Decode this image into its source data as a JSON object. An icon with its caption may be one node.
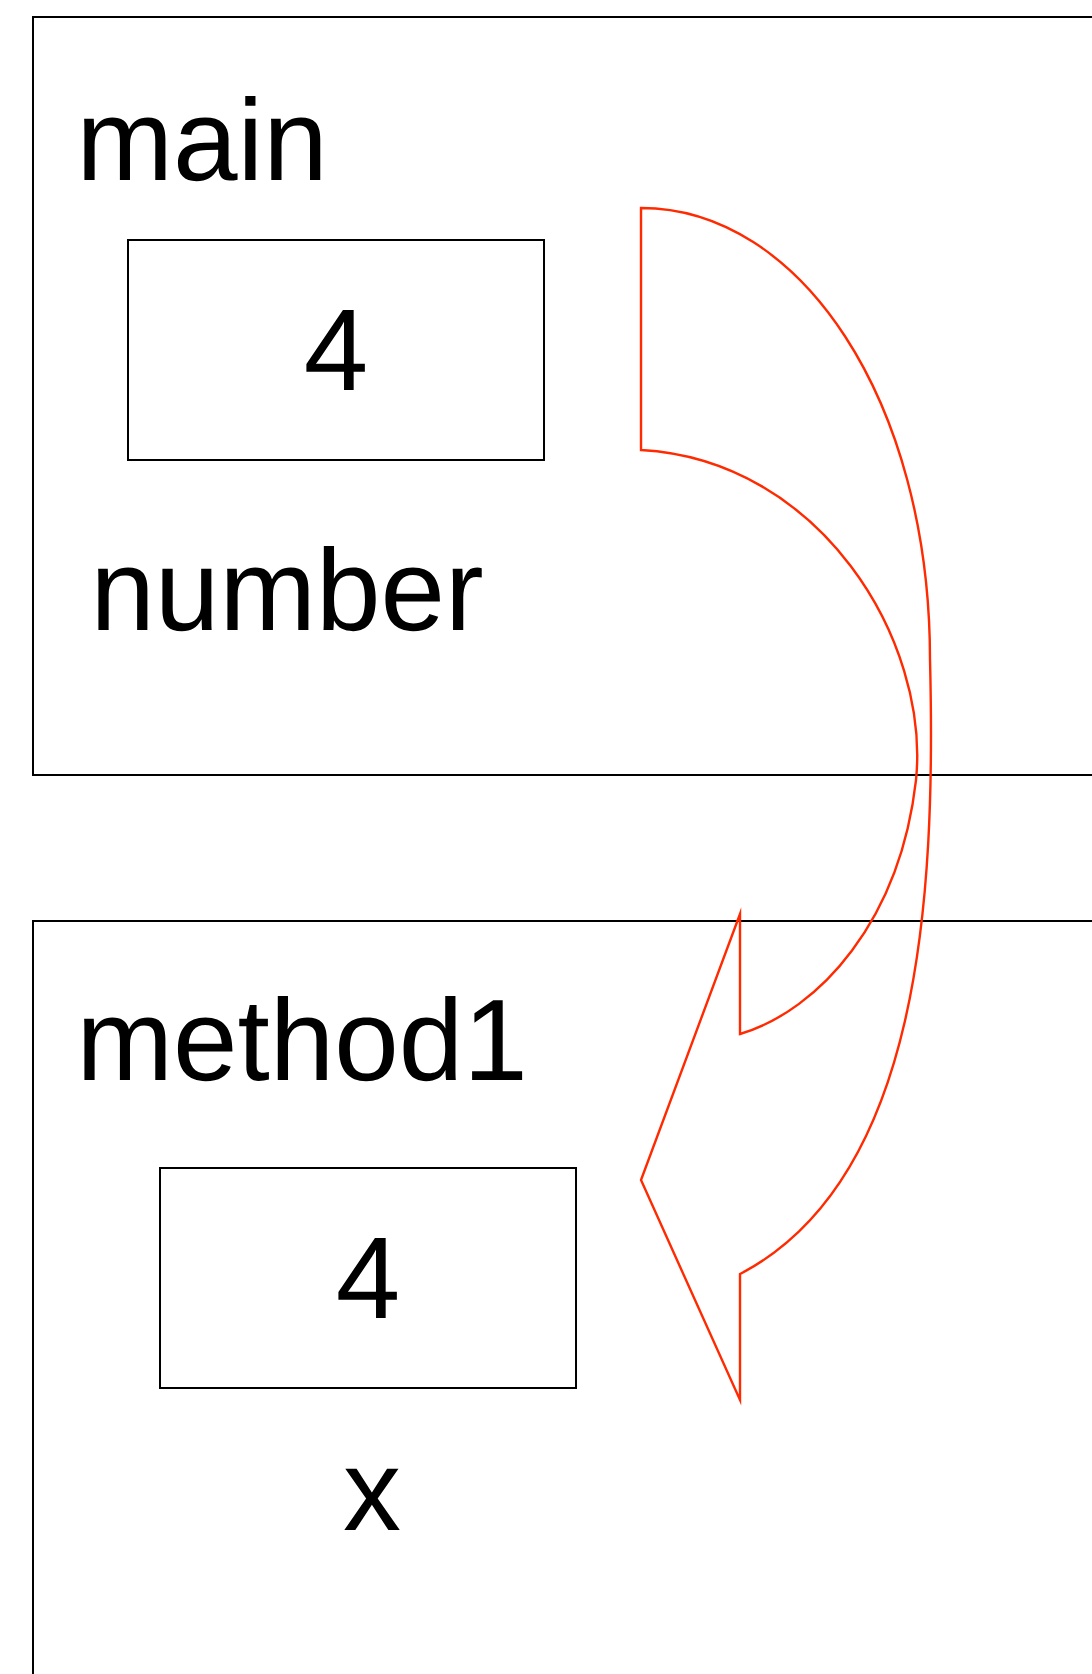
{
  "diagram": {
    "nodes": [
      {
        "text": [
          "main"
        ]
      },
      {
        "text": [
          "4"
        ],
        "in": 0,
        "beside": [
          "number"
        ]
      },
      {
        "text": [
          "method1"
        ]
      },
      {
        "text": [
          "4"
        ],
        "in": 2,
        "beside": [
          "x"
        ]
      }
    ],
    "edges": [
      {
        "from": 1,
        "to": 3,
        "arrow": "to",
        "color": "#ff2a00"
      }
    ]
  }
}
